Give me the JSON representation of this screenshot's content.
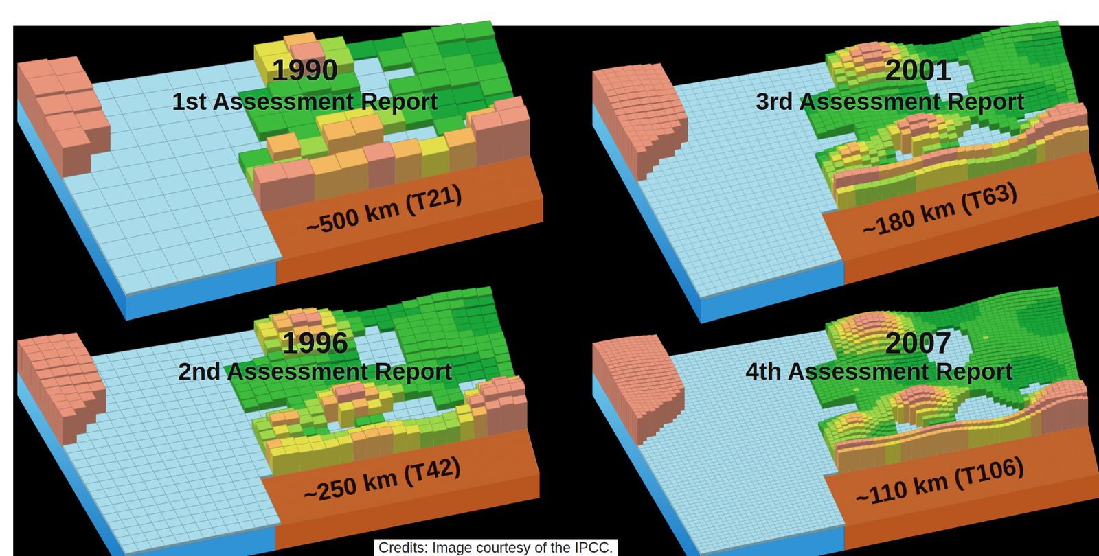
{
  "diagram": {
    "caption": "Credits: Image courtesy of the IPCC.",
    "nodes": [
      {
        "text": [
          "1990",
          "1st Assessment Report",
          "~500 km (T21)"
        ]
      },
      {
        "text": [
          "2001",
          "3rd Assessment Report",
          "~180 km (T63)"
        ]
      },
      {
        "text": [
          "1996",
          "2nd Assessment Report",
          "~250 km (T42)"
        ]
      },
      {
        "text": [
          "2007",
          "4th Assessment Report",
          "~110 km (T106)"
        ]
      }
    ]
  }
}
